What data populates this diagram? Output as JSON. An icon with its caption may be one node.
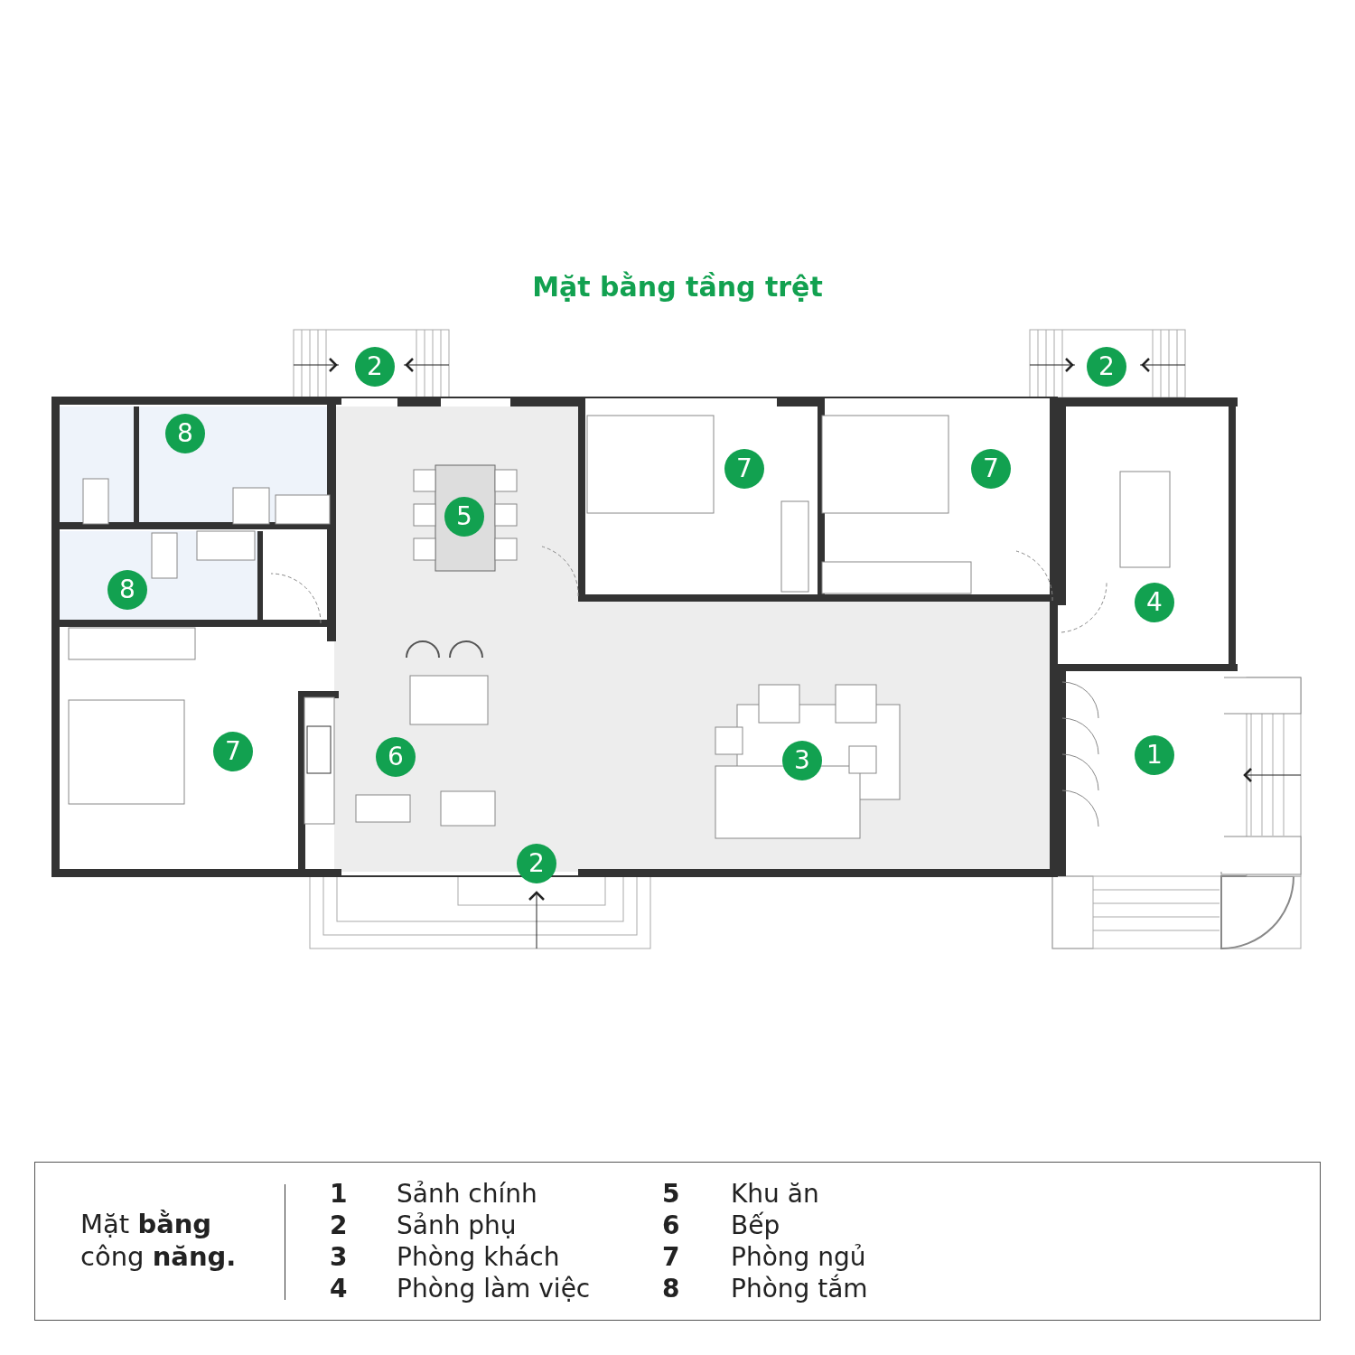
{
  "diagram": {
    "title": "Mặt bằng tầng trệt",
    "nodes": [
      {
        "text": [
          "Mặt **bằng** công **năng.**",
          "1",
          "Sảnh chính",
          "2",
          "Sảnh phụ",
          "3",
          "Phòng khách",
          "4",
          "Phòng làm việc",
          "5",
          "Khu ăn",
          "6",
          "Bếp",
          "7",
          "Phòng ngủ",
          "8",
          "Phòng tắm"
        ]
      }
    ],
    "edges": [],
    "labels": [
      "2",
      "2",
      "8",
      "5",
      "7",
      "7",
      "8",
      "4",
      "7",
      "6",
      "3",
      "1",
      "2"
    ]
  }
}
